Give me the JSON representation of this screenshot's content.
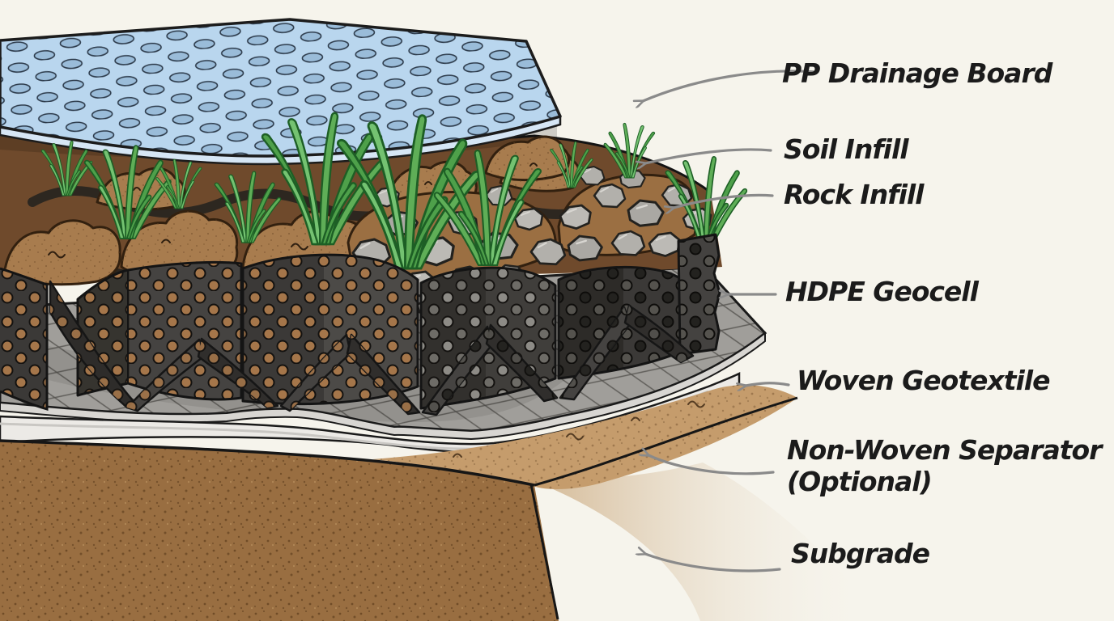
{
  "page": {
    "background": "#f6f4ec"
  },
  "diagram": {
    "type": "technical-illustration",
    "subject": "Geocell ground reinforcement system cross-section",
    "labels": {
      "drainage_board": "PP Drainage Board",
      "soil_infill": "Soil Infill",
      "rock_infill": "Rock Infill",
      "geocell": "HDPE Geocell",
      "woven_geotextile": "Woven Geotextile",
      "separator_line1": "Non-Woven Separator",
      "separator_line2": "(Optional)",
      "subgrade": "Subgrade"
    },
    "colors": {
      "background": "#f6f4ec",
      "label_text": "#1b1b1b",
      "arrow_gray": "#8a8a8a",
      "board_blue": "#b9d6ee",
      "board_dimple": "#9abcd9",
      "grass_green": "#4ea04a",
      "soil_brown": "#a87c4e",
      "rock_gray": "#b2b0ab",
      "geocell_dark": "#3b3937",
      "geotextile_gray": "#a09e9a",
      "separator_white": "#eceae6",
      "subgrade_brown": "#996e41"
    }
  }
}
